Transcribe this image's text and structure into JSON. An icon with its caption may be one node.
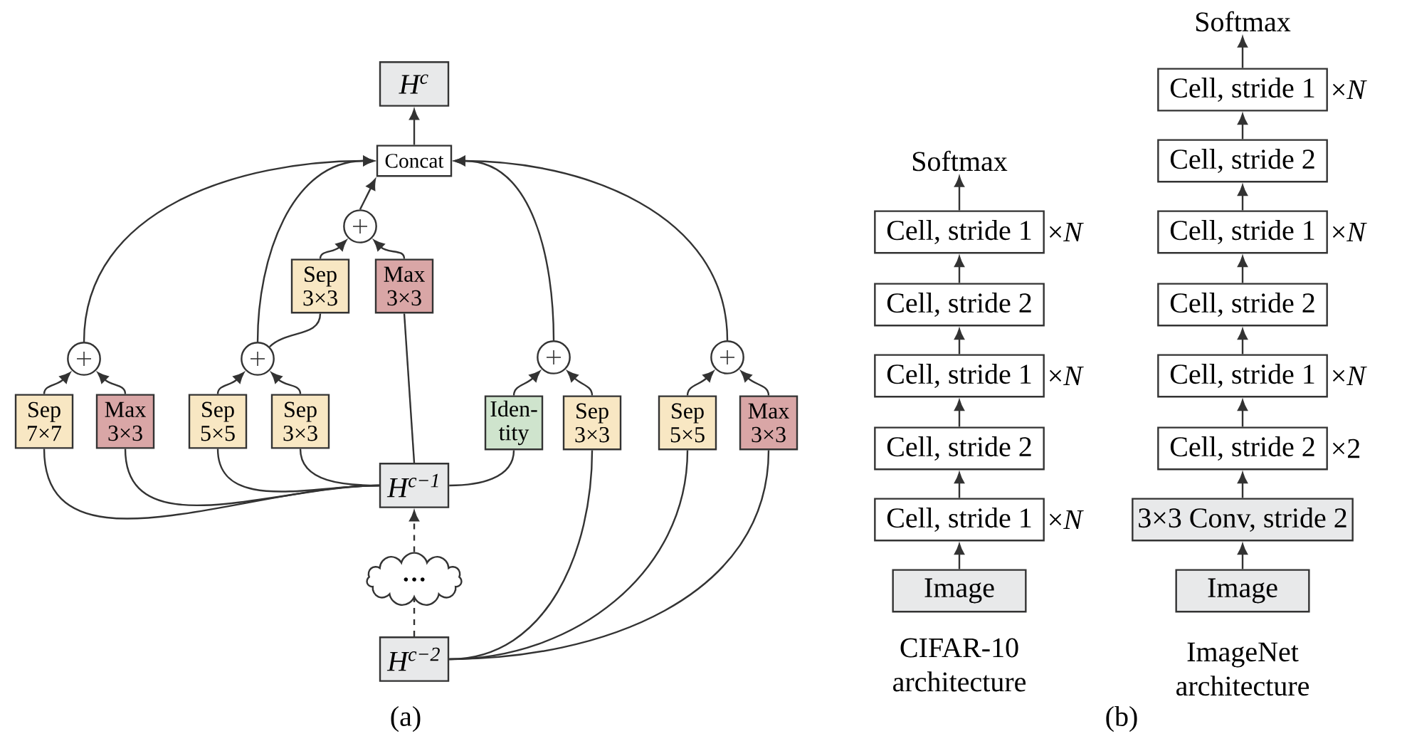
{
  "diagram": {
    "nodes": [
      {
        "text": [
          "H$^{c}$"
        ]
      },
      {
        "text": [
          "Concat"
        ]
      },
      {
        "text": [],
        "shape": "circle"
      },
      {
        "text": [
          "Sep 3×3"
        ]
      },
      {
        "text": [
          "Max 3×3"
        ]
      },
      {
        "text": [],
        "shape": "circle"
      },
      {
        "text": [
          "Sep 7×7"
        ]
      },
      {
        "text": [
          "Max 3×3"
        ]
      },
      {
        "text": [],
        "shape": "circle"
      },
      {
        "text": [
          "Sep 5×5"
        ]
      },
      {
        "text": [
          "Sep 3×3"
        ]
      },
      {
        "text": [],
        "shape": "circle"
      },
      {
        "text": [
          "Iden- tity"
        ]
      },
      {
        "text": [
          "Sep 3×3"
        ]
      },
      {
        "text": [],
        "shape": "circle"
      },
      {
        "text": [
          "Sep 5×5"
        ]
      },
      {
        "text": [
          "Max 3×3"
        ]
      },
      {
        "text": [
          "H$^{c−1}$"
        ]
      },
      {
        "text": [
          "…"
        ]
      },
      {
        "text": [
          "H$^{c−2}$"
        ]
      },
      {
        "text": [
          "Softmax"
        ]
      },
      {
        "text": [
          "Cell, stride 1"
        ],
        "beside": [
          "×*N*"
        ]
      },
      {
        "text": [
          "Cell, stride 2"
        ]
      },
      {
        "text": [
          "Cell, stride 1"
        ],
        "beside": [
          "×*N*"
        ]
      },
      {
        "text": [
          "Cell, stride 2"
        ]
      },
      {
        "text": [
          "Cell, stride 1"
        ],
        "beside": [
          "×*N*"
        ]
      },
      {
        "text": [
          "Image"
        ]
      },
      {
        "text": [
          "Softmax"
        ]
      },
      {
        "text": [
          "Cell, stride 1"
        ],
        "beside": [
          "×*N*"
        ]
      },
      {
        "text": [
          "Cell, stride 2"
        ]
      },
      {
        "text": [
          "Cell, stride 1"
        ],
        "beside": [
          "×*N*"
        ]
      },
      {
        "text": [
          "Cell, stride 2"
        ]
      },
      {
        "text": [
          "Cell, stride 1"
        ],
        "beside": [
          "×*N*"
        ]
      },
      {
        "text": [
          "Cell, stride 2"
        ],
        "beside": [
          "×2"
        ]
      },
      {
        "text": [
          "3×3 Conv, stride 2"
        ]
      },
      {
        "text": [
          "Image"
        ]
      }
    ],
    "edges": [
      {
        "from": 1,
        "to": 0,
        "arrow": "to"
      },
      {
        "from": 2,
        "to": 1,
        "arrow": "to"
      },
      {
        "from": 5,
        "to": 1,
        "arrow": "to"
      },
      {
        "from": 8,
        "to": 1,
        "arrow": "to"
      },
      {
        "from": 11,
        "to": 1,
        "arrow": "to"
      },
      {
        "from": 14,
        "to": 1,
        "arrow": "to"
      },
      {
        "from": 3,
        "to": 2,
        "arrow": "to"
      },
      {
        "from": 4,
        "to": 2,
        "arrow": "to"
      },
      {
        "from": 8,
        "to": 3,
        "arrow": "none"
      },
      {
        "from": 6,
        "to": 5,
        "arrow": "to"
      },
      {
        "from": 7,
        "to": 5,
        "arrow": "to"
      },
      {
        "from": 9,
        "to": 8,
        "arrow": "to"
      },
      {
        "from": 10,
        "to": 8,
        "arrow": "to"
      },
      {
        "from": 12,
        "to": 11,
        "arrow": "to"
      },
      {
        "from": 13,
        "to": 11,
        "arrow": "to"
      },
      {
        "from": 15,
        "to": 14,
        "arrow": "to"
      },
      {
        "from": 16,
        "to": 14,
        "arrow": "to"
      },
      {
        "from": 17,
        "to": 6,
        "arrow": "none"
      },
      {
        "from": 17,
        "to": 7,
        "arrow": "none"
      },
      {
        "from": 17,
        "to": 9,
        "arrow": "none"
      },
      {
        "from": 17,
        "to": 10,
        "arrow": "none"
      },
      {
        "from": 17,
        "to": 4,
        "arrow": "none"
      },
      {
        "from": 17,
        "to": 12,
        "arrow": "none"
      },
      {
        "from": 19,
        "to": 13,
        "arrow": "none"
      },
      {
        "from": 19,
        "to": 15,
        "arrow": "none"
      },
      {
        "from": 19,
        "to": 16,
        "arrow": "none"
      },
      {
        "from": 18,
        "to": 17,
        "arrow": "to",
        "style": "dashed"
      },
      {
        "from": 19,
        "to": 18,
        "arrow": "none",
        "style": "dashed"
      },
      {
        "from": 26,
        "to": 25,
        "arrow": "to"
      },
      {
        "from": 25,
        "to": 24,
        "arrow": "to"
      },
      {
        "from": 24,
        "to": 23,
        "arrow": "to"
      },
      {
        "from": 23,
        "to": 22,
        "arrow": "to"
      },
      {
        "from": 22,
        "to": 21,
        "arrow": "to"
      },
      {
        "from": 21,
        "to": 20,
        "arrow": "to"
      },
      {
        "from": 35,
        "to": 34,
        "arrow": "to"
      },
      {
        "from": 34,
        "to": 33,
        "arrow": "to"
      },
      {
        "from": 33,
        "to": 32,
        "arrow": "to"
      },
      {
        "from": 32,
        "to": 31,
        "arrow": "to"
      },
      {
        "from": 31,
        "to": 30,
        "arrow": "to"
      },
      {
        "from": 30,
        "to": 29,
        "arrow": "to"
      },
      {
        "from": 29,
        "to": 28,
        "arrow": "to"
      },
      {
        "from": 28,
        "to": 27,
        "arrow": "to"
      }
    ],
    "labels": [
      "(a)",
      "CIFAR-10 architecture",
      "ImageNet architecture",
      "(b)"
    ]
  }
}
